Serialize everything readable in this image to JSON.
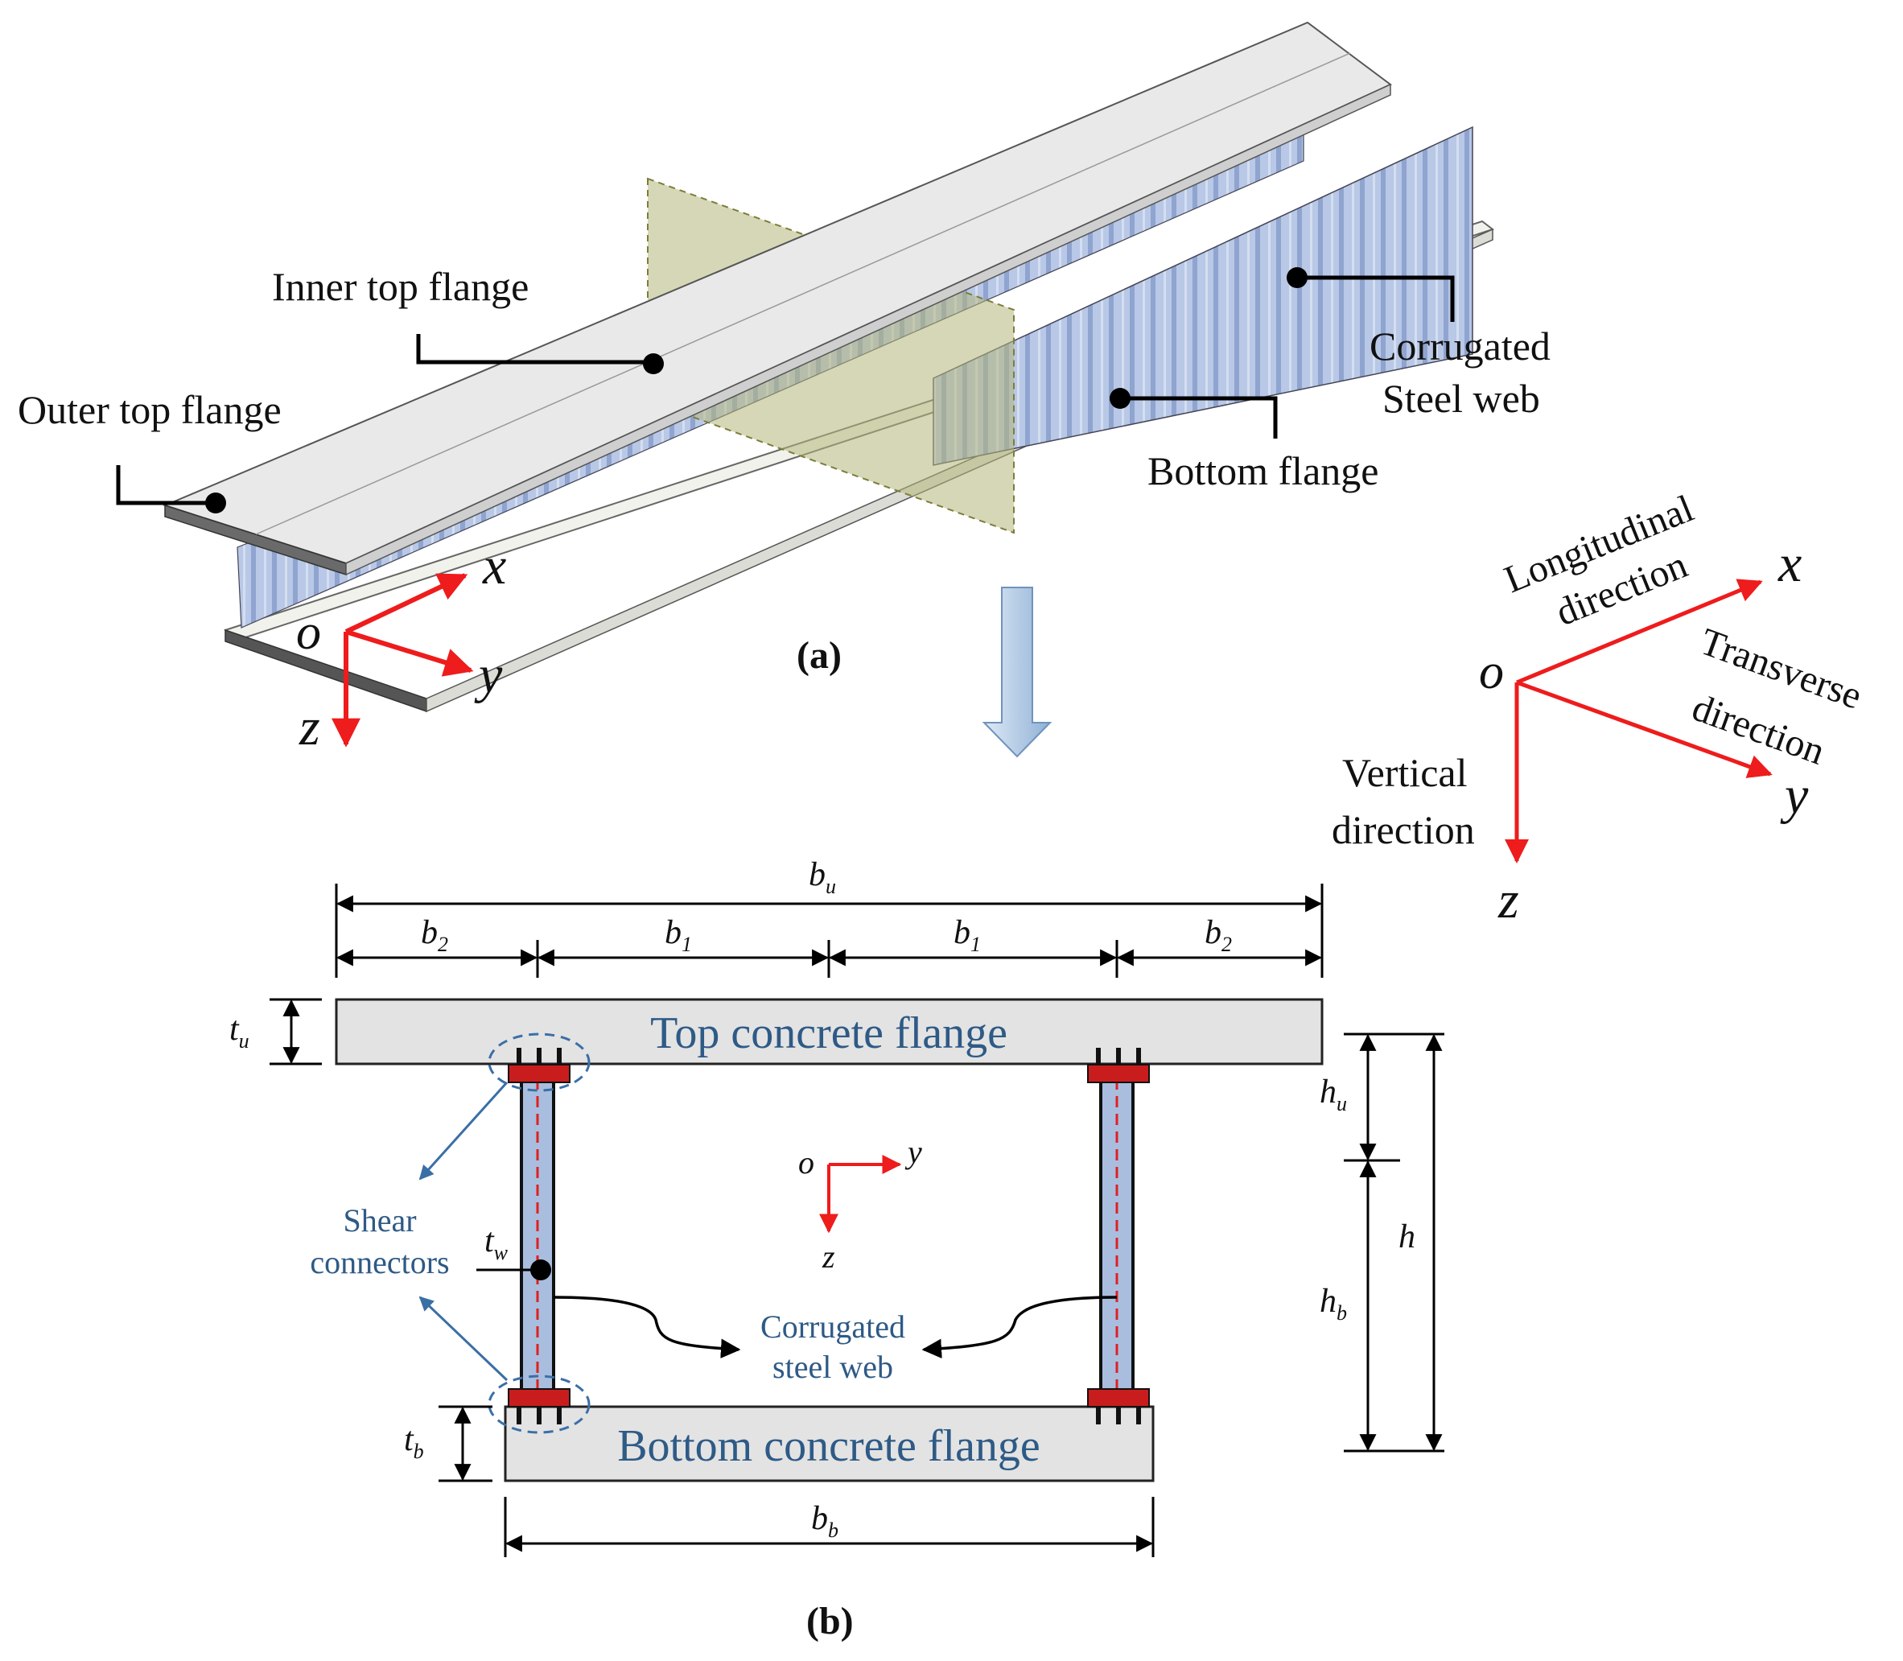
{
  "panel_a": {
    "caption": "(a)",
    "labels": {
      "inner_top_flange": "Inner top flange",
      "outer_top_flange": "Outer top flange",
      "corrugated_steel_web_line1": "Corrugated",
      "corrugated_steel_web_line2": "Steel web",
      "bottom_flange": "Bottom flange"
    },
    "axes": {
      "origin": "o",
      "x": "x",
      "y": "y",
      "z": "z"
    }
  },
  "legend_axes": {
    "origin": "o",
    "x": "x",
    "y": "y",
    "z": "z",
    "longitudinal_line1": "Longitudinal",
    "longitudinal_line2": "direction",
    "transverse_line1": "Transverse",
    "transverse_line2": "direction",
    "vertical_line1": "Vertical",
    "vertical_line2": "direction"
  },
  "panel_b": {
    "caption": "(b)",
    "top_flange": "Top concrete flange",
    "bottom_flange": "Bottom concrete flange",
    "shear_line1": "Shear",
    "shear_line2": "connectors",
    "web_line1": "Corrugated",
    "web_line2": "steel web",
    "axes": {
      "origin": "o",
      "y": "y",
      "z": "z"
    },
    "dims": {
      "b": "b",
      "u": "u",
      "sub_1": "1",
      "sub_2": "2",
      "sub_b": "b",
      "t": "t",
      "w": "w",
      "h": "h"
    }
  },
  "colors": {
    "arrow_red": "#ee1c1c",
    "web_blue": "#a9bedf",
    "concrete_grey": "#e3e3e3",
    "connector_red": "#c91d1d",
    "label_blue": "#2e5a86",
    "section_plane": "#b5b67a"
  }
}
